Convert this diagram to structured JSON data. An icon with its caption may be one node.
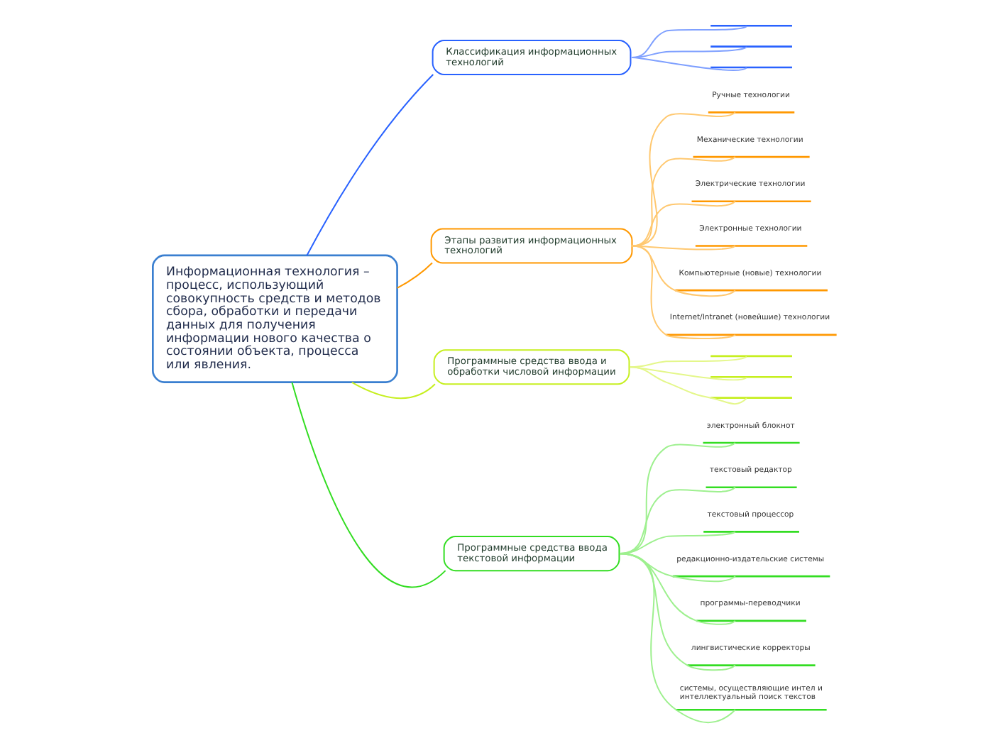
{
  "diagram": {
    "nodes": [
      {
        "text": [
          "Информационная технология – процесс, использующий совокупность средств и методов сбора, обработки и передачи данных для получения информации нового качества о состоянии объекта, процесса или явления."
        ]
      },
      {
        "text": [
          "Классификация информационных технологий"
        ]
      },
      {
        "text": [],
        "shape": "line"
      },
      {
        "text": [],
        "shape": "line"
      },
      {
        "text": [],
        "shape": "line"
      },
      {
        "text": [
          "Этапы развития информационных технологий"
        ]
      },
      {
        "text": [
          "Ручные технологии"
        ]
      },
      {
        "text": [
          "Механические технологии"
        ]
      },
      {
        "text": [
          "Электрические технологии"
        ]
      },
      {
        "text": [
          "Электронные технологии"
        ]
      },
      {
        "text": [
          "Компьютерные (новые) технологии"
        ]
      },
      {
        "text": [
          "Internet/Intranet (новейшие) технологии"
        ]
      },
      {
        "text": [
          "Программные средства ввода и обработки числовой информации"
        ]
      },
      {
        "text": [],
        "shape": "line"
      },
      {
        "text": [],
        "shape": "line"
      },
      {
        "text": [],
        "shape": "line"
      },
      {
        "text": [
          "Программные средства ввода текстовой информации"
        ]
      },
      {
        "text": [
          "электронный блокнот"
        ]
      },
      {
        "text": [
          "текстовый редактор"
        ]
      },
      {
        "text": [
          "текстовый процессор"
        ]
      },
      {
        "text": [
          "редакционно-издательские системы"
        ]
      },
      {
        "text": [
          "программы-переводчики"
        ]
      },
      {
        "text": [
          "лингвистические корректоры"
        ]
      },
      {
        "text": [
          "системы, осуществляющие интел и интеллектуальный поиск текстов"
        ]
      }
    ],
    "edges": [
      {
        "from": 0,
        "to": 1,
        "arrow": "none",
        "color": "#2962ff"
      },
      {
        "from": 1,
        "to": 2,
        "arrow": "none",
        "color": "#7fa0ff"
      },
      {
        "from": 1,
        "to": 3,
        "arrow": "none",
        "color": "#7fa0ff"
      },
      {
        "from": 1,
        "to": 4,
        "arrow": "none",
        "color": "#7fa0ff"
      },
      {
        "from": 0,
        "to": 5,
        "arrow": "none",
        "color": "#ff9800"
      },
      {
        "from": 5,
        "to": 6,
        "arrow": "none",
        "color": "#ffc870"
      },
      {
        "from": 5,
        "to": 7,
        "arrow": "none",
        "color": "#ffc870"
      },
      {
        "from": 5,
        "to": 8,
        "arrow": "none",
        "color": "#ffc870"
      },
      {
        "from": 5,
        "to": 9,
        "arrow": "none",
        "color": "#ffc870"
      },
      {
        "from": 5,
        "to": 10,
        "arrow": "none",
        "color": "#ffc870"
      },
      {
        "from": 5,
        "to": 11,
        "arrow": "none",
        "color": "#ffc870"
      },
      {
        "from": 0,
        "to": 12,
        "arrow": "none",
        "color": "#c6ef1f"
      },
      {
        "from": 12,
        "to": 13,
        "arrow": "none",
        "color": "#e4f78a"
      },
      {
        "from": 12,
        "to": 14,
        "arrow": "none",
        "color": "#e4f78a"
      },
      {
        "from": 12,
        "to": 15,
        "arrow": "none",
        "color": "#e4f78a"
      },
      {
        "from": 0,
        "to": 16,
        "arrow": "none",
        "color": "#33dd22"
      },
      {
        "from": 16,
        "to": 17,
        "arrow": "none",
        "color": "#9ef08f"
      },
      {
        "from": 16,
        "to": 18,
        "arrow": "none",
        "color": "#9ef08f"
      },
      {
        "from": 16,
        "to": 19,
        "arrow": "none",
        "color": "#9ef08f"
      },
      {
        "from": 16,
        "to": 20,
        "arrow": "none",
        "color": "#9ef08f"
      },
      {
        "from": 16,
        "to": 21,
        "arrow": "none",
        "color": "#9ef08f"
      },
      {
        "from": 16,
        "to": 22,
        "arrow": "none",
        "color": "#9ef08f"
      },
      {
        "from": 16,
        "to": 23,
        "arrow": "none",
        "color": "#9ef08f"
      }
    ]
  }
}
